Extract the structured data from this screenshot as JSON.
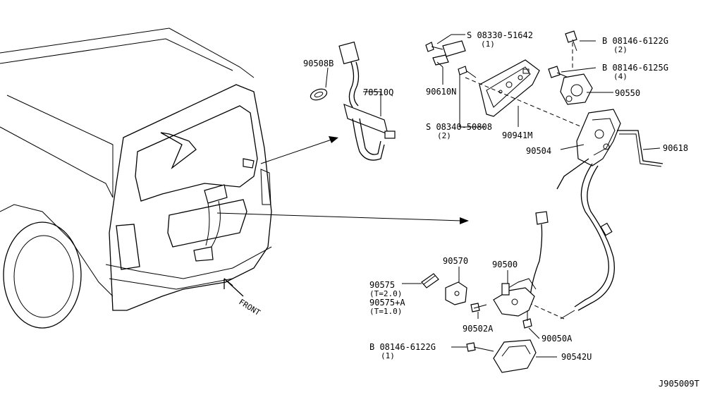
{
  "diagram_code": "J905009T",
  "front_label": "FRONT",
  "parts": [
    {
      "id": "90508B",
      "label": "90508B"
    },
    {
      "id": "78510Q",
      "label": "78510Q"
    },
    {
      "id": "08330-51642",
      "label": "S 08330-51642",
      "qty": "(1)"
    },
    {
      "id": "90610N",
      "label": "90610N"
    },
    {
      "id": "08340-50808",
      "label": "S 08340-50808",
      "qty": "(2)"
    },
    {
      "id": "90941M",
      "label": "90941M"
    },
    {
      "id": "08146-6122G-top",
      "label": "B 08146-6122G",
      "qty": "(2)"
    },
    {
      "id": "08146-6125G",
      "label": "B 08146-6125G",
      "qty": "(4)"
    },
    {
      "id": "90550",
      "label": "90550"
    },
    {
      "id": "90504",
      "label": "90504"
    },
    {
      "id": "90618",
      "label": "90618"
    },
    {
      "id": "90570",
      "label": "90570"
    },
    {
      "id": "90500",
      "label": "90500"
    },
    {
      "id": "90575",
      "label": "90575",
      "note": "(T=2.0)"
    },
    {
      "id": "90575+A",
      "label": "90575+A",
      "note": "(T=1.0)"
    },
    {
      "id": "90502A",
      "label": "90502A"
    },
    {
      "id": "90050A",
      "label": "90050A"
    },
    {
      "id": "08146-6122G-bottom",
      "label": "B 08146-6122G",
      "qty": "(1)"
    },
    {
      "id": "90542U",
      "label": "90542U"
    }
  ]
}
